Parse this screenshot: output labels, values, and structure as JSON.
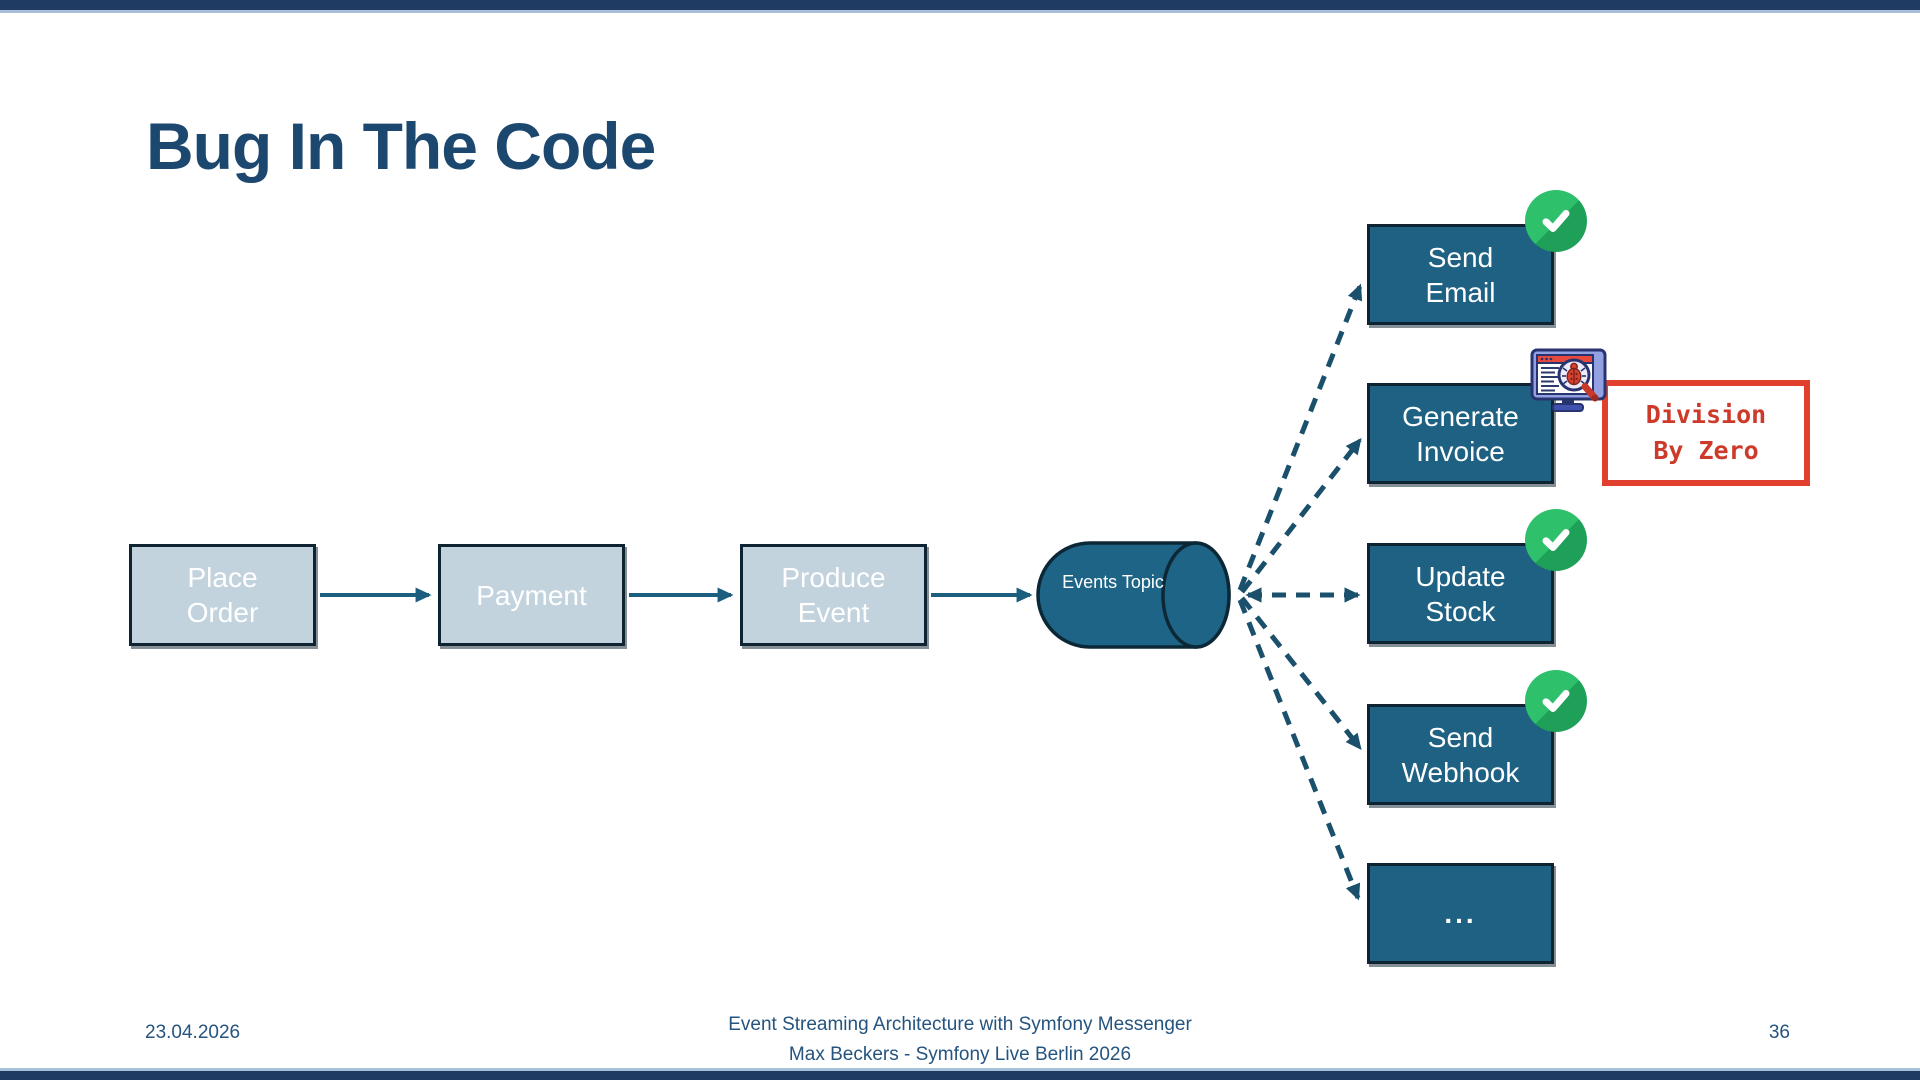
{
  "title": "Bug In The Code",
  "pipeline": [
    {
      "lines": [
        "Place",
        "Order"
      ]
    },
    {
      "lines": [
        "Payment",
        ""
      ]
    },
    {
      "lines": [
        "Produce",
        "Event"
      ]
    }
  ],
  "topic": {
    "lines": [
      "Events",
      "Topic"
    ]
  },
  "consumers": [
    {
      "lines": [
        "Send",
        "Email"
      ],
      "status": "success"
    },
    {
      "lines": [
        "Generate",
        "Invoice"
      ],
      "status": "error"
    },
    {
      "lines": [
        "Update",
        "Stock"
      ],
      "status": "success"
    },
    {
      "lines": [
        "Send",
        "Webhook"
      ],
      "status": "success"
    },
    {
      "lines": [
        "...",
        ""
      ],
      "status": "pending"
    }
  ],
  "error_label": {
    "lines": [
      "Division",
      "By Zero"
    ]
  },
  "footer": {
    "date": "23.04.2026",
    "title_line": "Event Streaming Architecture with Symfony Messenger",
    "author_line": "Max Beckers - Symfony Live Berlin 2026",
    "page": "36"
  },
  "colors": {
    "accent_navy": "#1F3A63",
    "accent_light": "#A7BFD9",
    "box_light": "#C2D3DE",
    "box_dark": "#1E6182",
    "arrow_solid": "#1D5E7E",
    "arrow_dashed": "#1A506C",
    "error_red": "#E2402E",
    "success_green": "#2FC06C",
    "title_text": "#1C4870"
  }
}
